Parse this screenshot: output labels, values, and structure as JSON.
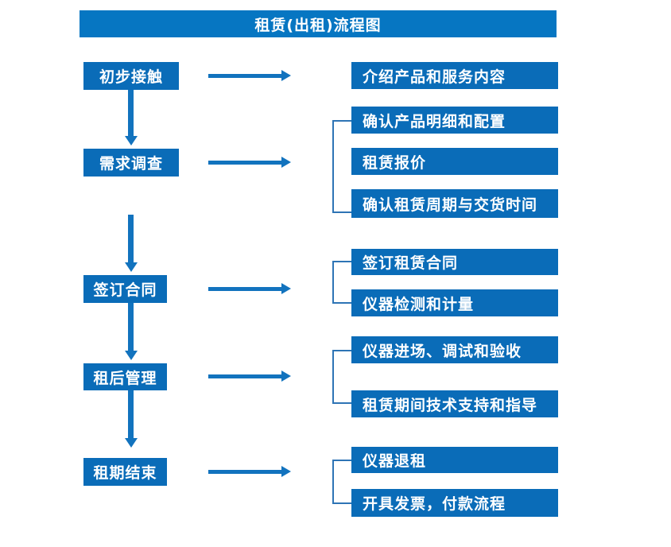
{
  "diagram": {
    "title": "租赁(出租)流程图",
    "colors": {
      "title_bar": "#0676C2",
      "box": "#0A6CB8",
      "arrow": "#1273BE",
      "bracket": "#2E74B5",
      "text": "#FFFFFF",
      "background": "#FFFFFF"
    },
    "stages": [
      {
        "id": "stage-1",
        "label": "初步接触",
        "details": [
          "介绍产品和服务内容"
        ]
      },
      {
        "id": "stage-2",
        "label": "需求调查",
        "details": [
          "确认产品明细和配置",
          "租赁报价",
          "确认租赁周期与交货时间"
        ]
      },
      {
        "id": "stage-3",
        "label": "签订合同",
        "details": [
          "签订租赁合同",
          "仪器检测和计量"
        ]
      },
      {
        "id": "stage-4",
        "label": "租后管理",
        "details": [
          "仪器进场、调试和验收",
          "租赁期间技术支持和指导"
        ]
      },
      {
        "id": "stage-5",
        "label": "租期结束",
        "details": [
          "仪器退租",
          "开具发票，付款流程"
        ]
      }
    ],
    "icons": {
      "flow_arrow_right": "right-arrow-icon",
      "flow_arrow_down": "down-arrow-icon",
      "group_bracket": "bracket-icon"
    }
  }
}
